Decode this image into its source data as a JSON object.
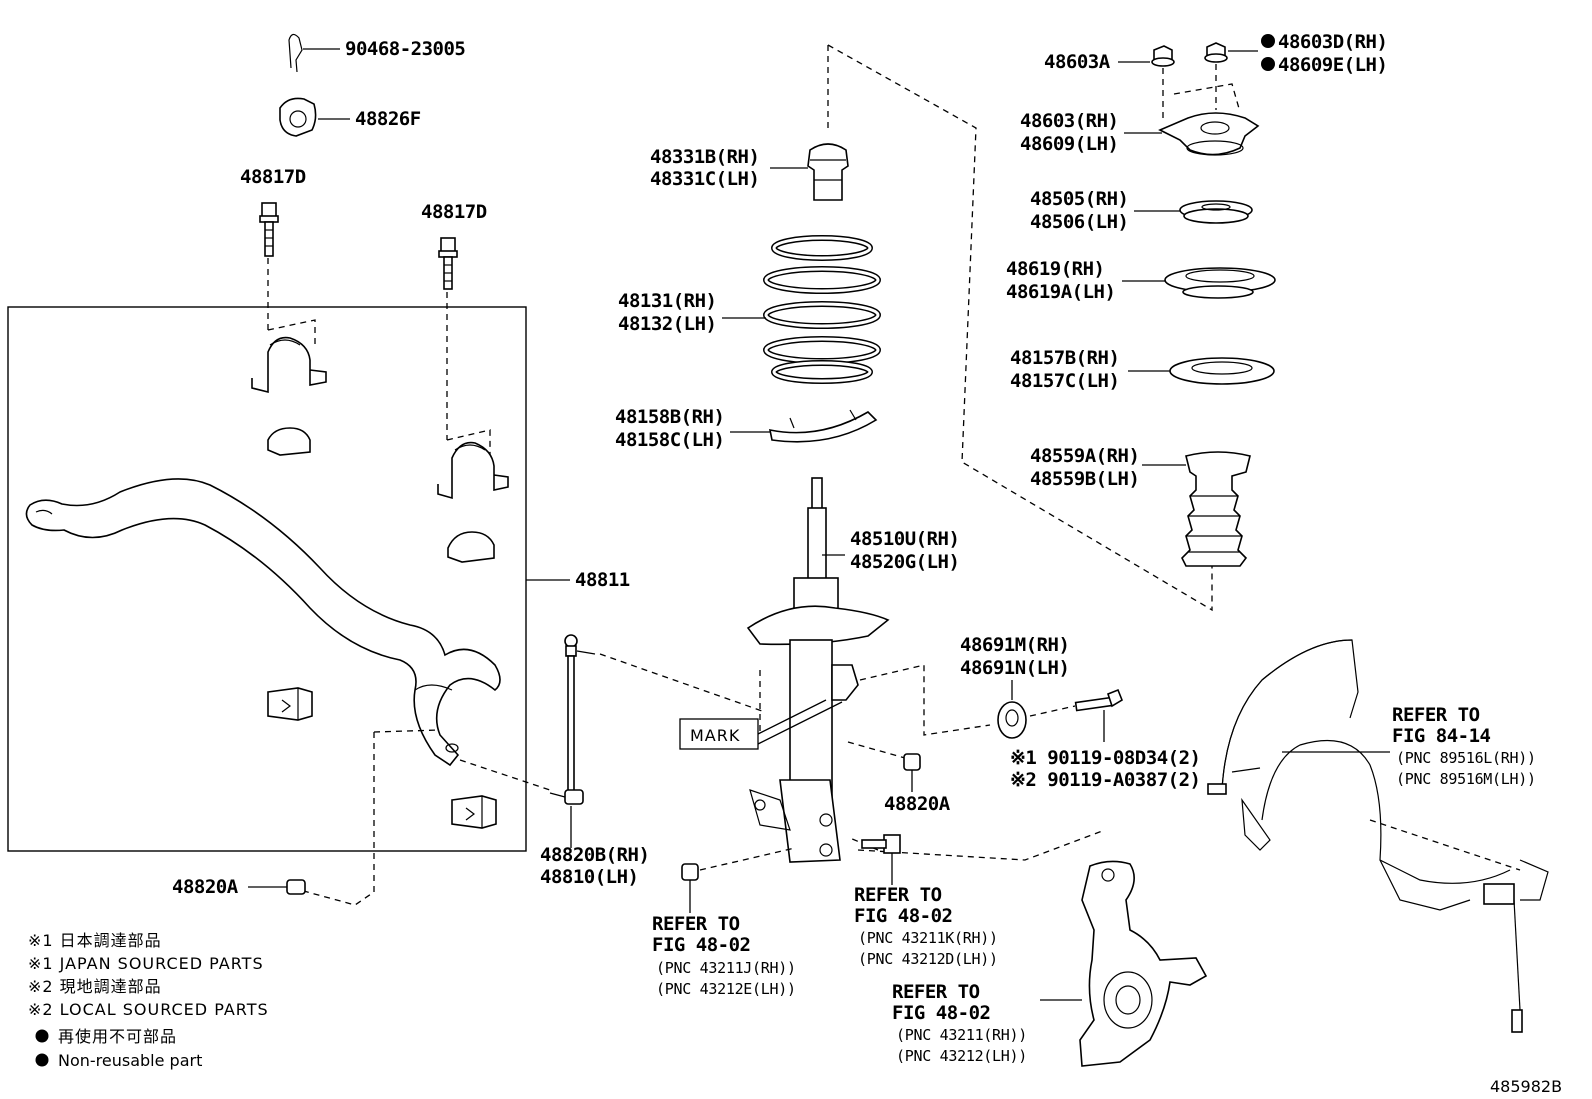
{
  "labels": {
    "p90468": "90468-23005",
    "p48826f": "48826F",
    "p48817d_a": "48817D",
    "p48817d_b": "48817D",
    "p48811": "48811",
    "p48820a_left": "48820A",
    "p48820b_rh": "48820B(RH)",
    "p48810_lh": "48810(LH)",
    "p48331b_rh": "48331B(RH)",
    "p48331c_lh": "48331C(LH)",
    "p48131_rh": "48131(RH)",
    "p48132_lh": "48132(LH)",
    "p48158b_rh": "48158B(RH)",
    "p48158c_lh": "48158C(LH)",
    "p48510u_rh": "48510U(RH)",
    "p48520g_lh": "48520G(LH)",
    "mark": "MARK",
    "p48820a_right": "48820A",
    "p48603a": "48603A",
    "p48603d_rh": "48603D(RH)",
    "p48609e_lh": "48609E(LH)",
    "p48603_rh": "48603(RH)",
    "p48609_lh": "48609(LH)",
    "p48505_rh": "48505(RH)",
    "p48506_lh": "48506(LH)",
    "p48619_rh": "48619(RH)",
    "p48619a_lh": "48619A(LH)",
    "p48157b_rh": "48157B(RH)",
    "p48157c_lh": "48157C(LH)",
    "p48559a_rh": "48559A(RH)",
    "p48559b_lh": "48559B(LH)",
    "p48691m_rh": "48691M(RH)",
    "p48691n_lh": "48691N(LH)",
    "bolt1": "※1 90119-08D34(2)",
    "bolt2": "※2 90119-A0387(2)",
    "diagram_id": "485982B"
  },
  "references": {
    "ref_84_14": {
      "line1": "REFER TO",
      "line2": "FIG 84-14",
      "pnc1": "(PNC 89516L(RH))",
      "pnc2": "(PNC 89516M(LH))"
    },
    "ref_48_02_a": {
      "line1": "REFER TO",
      "line2": "FIG 48-02",
      "pnc1": "(PNC 43211J(RH))",
      "pnc2": "(PNC 43212E(LH))"
    },
    "ref_48_02_b": {
      "line1": "REFER TO",
      "line2": "FIG 48-02",
      "pnc1": "(PNC 43211K(RH))",
      "pnc2": "(PNC 43212D(LH))"
    },
    "ref_48_02_c": {
      "line1": "REFER TO",
      "line2": "FIG 48-02",
      "pnc1": "(PNC 43211(RH))",
      "pnc2": "(PNC 43212(LH))"
    }
  },
  "legend": {
    "line1": "※1 日本調達部品",
    "line2": "※1 JAPAN SOURCED PARTS",
    "line3": "※2 現地調達部品",
    "line4": "※2 LOCAL SOURCED PARTS",
    "line5": "再使用不可部品",
    "line6": "Non-reusable part"
  }
}
